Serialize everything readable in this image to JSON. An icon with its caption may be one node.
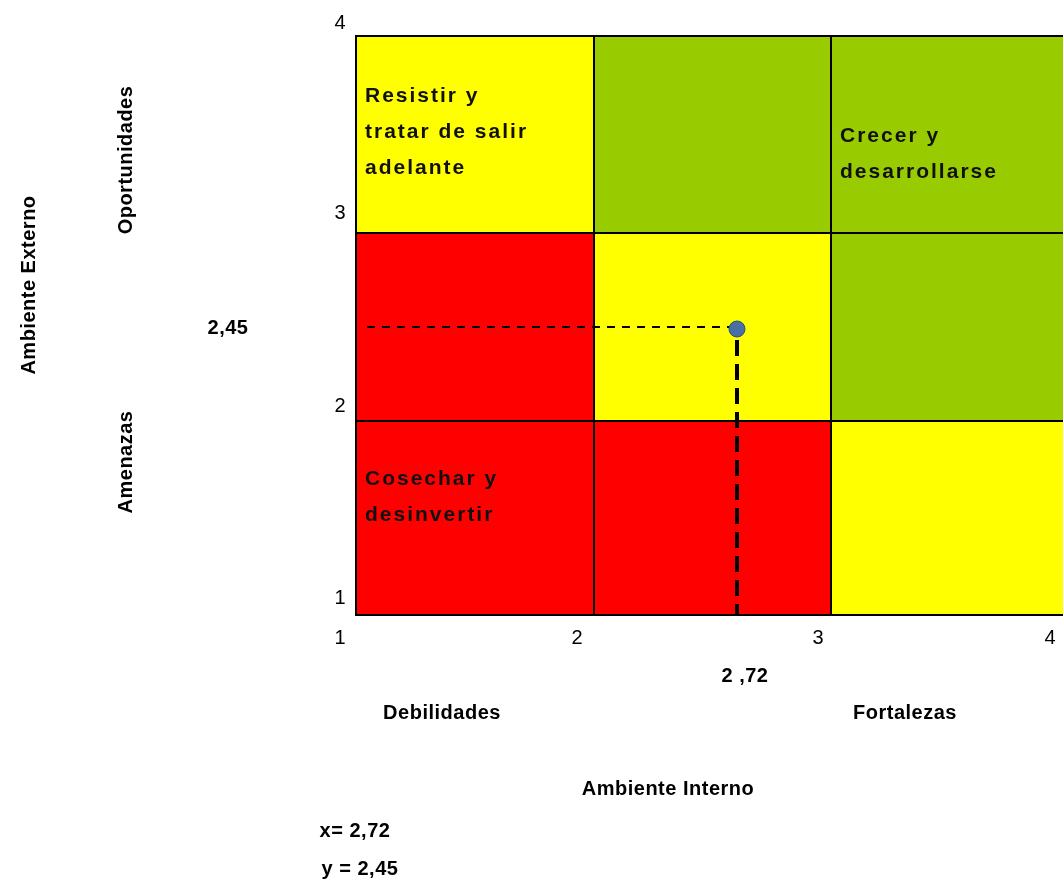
{
  "diagram": {
    "nodes": [
      {
        "text": [
          "Resistir y tratar de salir adelante"
        ]
      },
      {
        "text": [],
        "shape": "box"
      },
      {
        "text": [
          "Crecer y desarrollarse"
        ]
      },
      {
        "text": [],
        "shape": "box"
      },
      {
        "text": [],
        "shape": "box"
      },
      {
        "text": [],
        "shape": "box"
      },
      {
        "text": [
          "Cosechar y desinvertir"
        ]
      },
      {
        "text": [],
        "shape": "box"
      },
      {
        "text": [],
        "shape": "box"
      }
    ],
    "edges": [],
    "labels": [
      "4",
      "Oportunidades",
      "3",
      "Ambiente Externo",
      "2,45",
      "2",
      "Amenazas",
      "1",
      "1",
      "2",
      "3",
      "4",
      "2 ,72",
      "Debilidades",
      "Fortalezas",
      "Ambiente Interno",
      "x= 2,72",
      "y = 2,45"
    ]
  }
}
